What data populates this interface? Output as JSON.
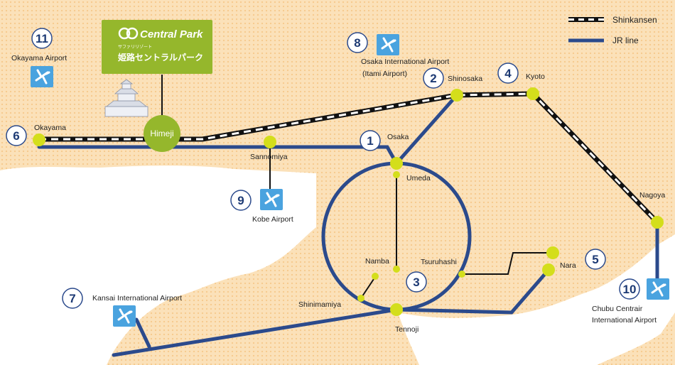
{
  "legend": {
    "shinkansen": "Shinkansen",
    "jr_line": "JR line"
  },
  "colors": {
    "land": "#fbe1b9",
    "dots": "#f9d293",
    "sea": "#ffffff",
    "jr_line": "#2b4a8c",
    "station": "#d4de1b",
    "park_green": "#95b72c",
    "number_ring": "#2b4a8c",
    "airport_icon": "#4aa3df"
  },
  "logo": {
    "brand": "Central Park",
    "sub": "サファリリゾート",
    "name_jp": "姫路セントラルパーク"
  },
  "stations": {
    "okayama": "Okayama",
    "himeji": "Himeji",
    "sannomiya": "Sannomiya",
    "osaka": "Osaka",
    "shinosaka": "Shinosaka",
    "kyoto": "Kyoto",
    "nagoya": "Nagoya",
    "umeda": "Umeda",
    "namba": "Namba",
    "tsuruhashi": "Tsuruhashi",
    "nara": "Nara",
    "shinimamiya": "Shinimamiya",
    "tennoji": "Tennoji"
  },
  "airports": {
    "okayama": "Okayama Airport",
    "itami_line1": "Osaka International Airport",
    "itami_line2": "(Itami Airport)",
    "kobe": "Kobe Airport",
    "kansai": "Kansai International Airport",
    "chubu_line1": "Chubu Centrair",
    "chubu_line2": "International Airport"
  },
  "numbers": {
    "n1": "1",
    "n2": "2",
    "n3": "3",
    "n4": "4",
    "n5": "5",
    "n6": "6",
    "n7": "7",
    "n8": "8",
    "n9": "9",
    "n10": "10",
    "n11": "11"
  }
}
